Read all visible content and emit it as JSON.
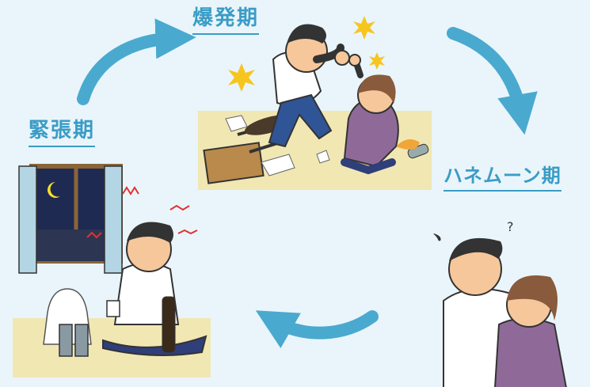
{
  "phases": {
    "explosion": "爆発期",
    "tension": "緊張期",
    "honeymoon": "ハネムーン期"
  },
  "colors": {
    "arrow": "#4aa9cf",
    "label": "#3a9cc6",
    "background": "#e9f5fb",
    "floor": "#f1e7b3"
  }
}
